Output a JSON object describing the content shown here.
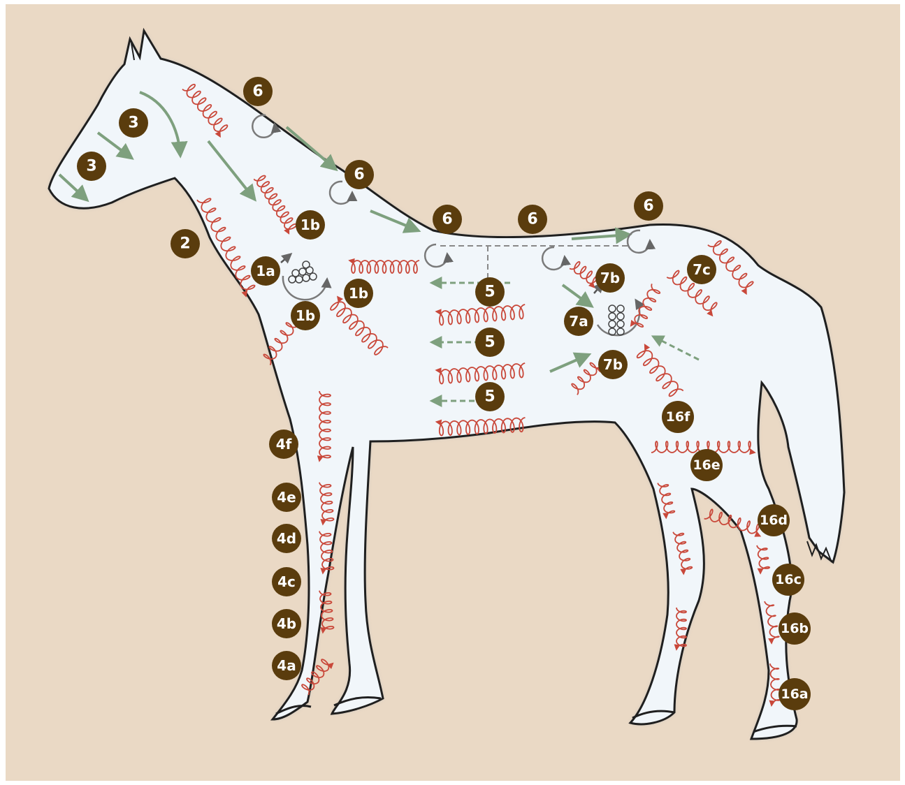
{
  "colors": {
    "background": "#ead9c5",
    "horse_fill": "#f1f6fa",
    "outline": "#1f1f1f",
    "badge": "#5a3c0d",
    "badge_text": "#ffffff",
    "motion_arrow": "#7ea07e",
    "coil": "#c9483a",
    "joint_ring": "#7a7a7a"
  },
  "markers": {
    "poll": "6",
    "withers": "6",
    "mid_back_front": "6",
    "mid_back": "6",
    "croup": "6",
    "face_upper": "3",
    "face_lower": "3",
    "neck_underside": "2",
    "shoulder_upper": "1b",
    "shoulder_joint": "1a",
    "shoulder_lower": "1b",
    "shoulder_rear": "1b",
    "barrel_upper": "5",
    "barrel_middle": "5",
    "barrel_lower": "5",
    "hip_upper": "7b",
    "hip_joint": "7a",
    "hip_lower": "7b",
    "hip_rear": "7c",
    "hind_thigh": "16f",
    "hind_stifle": "16e",
    "hind_hock": "16d",
    "hind_cannon": "16c",
    "hind_fetlock": "16b",
    "hind_hoof": "16a",
    "fore_elbow": "4f",
    "fore_forearm": "4e",
    "fore_knee": "4d",
    "fore_cannon": "4c",
    "fore_fetlock": "4b",
    "fore_hoof": "4a"
  }
}
